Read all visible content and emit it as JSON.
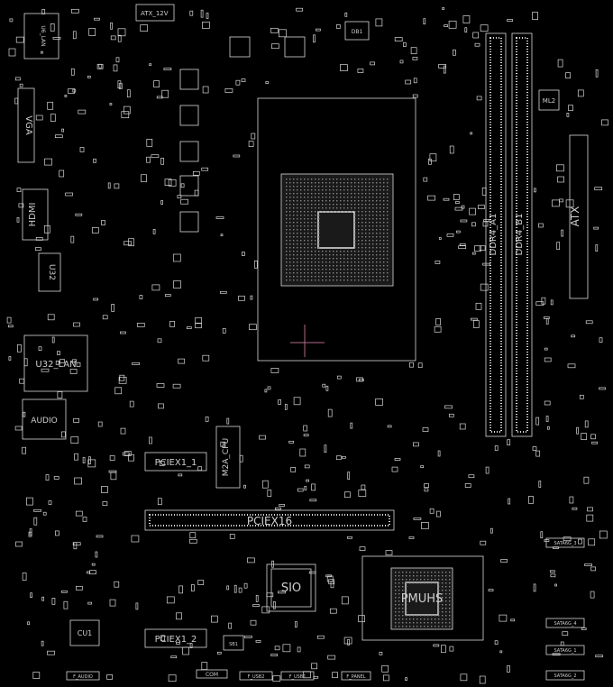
{
  "labels": {
    "atx_12v": "ATX_12V",
    "usb_lan_top": "U6_LAN",
    "vga": "VGA",
    "hdmi": "HDMI",
    "usb32_rear": "U32",
    "u32_lan": "U32_LAN",
    "audio": "AUDIO",
    "ddr4_a1": "DDR4_A1",
    "ddr4_b1": "DDR4_B1",
    "atx": "ATX",
    "pciex1_1": "PCIEX1_1",
    "m2a_cpu": "M2A_CPU",
    "pciex16": "PCIEX16",
    "sio": "SIO",
    "pch": "PMUHS",
    "cu1": "CU1",
    "pciex1_2": "PCIEX1_2",
    "ml2": "ML2",
    "sata_a": "SATA6G_3",
    "sata_b": "SATA6G_4",
    "sata_c": "SATA6G_1",
    "sata_d": "SATA6G_2",
    "f_audio": "F_AUDIO",
    "com": "COM",
    "f_usb2": "F_USB2",
    "f_usb1": "F_USB1",
    "f_panel": "F_PANEL",
    "sb1": "SB1",
    "db1": "DB1"
  },
  "colors": {
    "background": "#000000",
    "outline": "#d9d9d9",
    "trace": "#b06a8a",
    "via": "#3a7a3a"
  }
}
